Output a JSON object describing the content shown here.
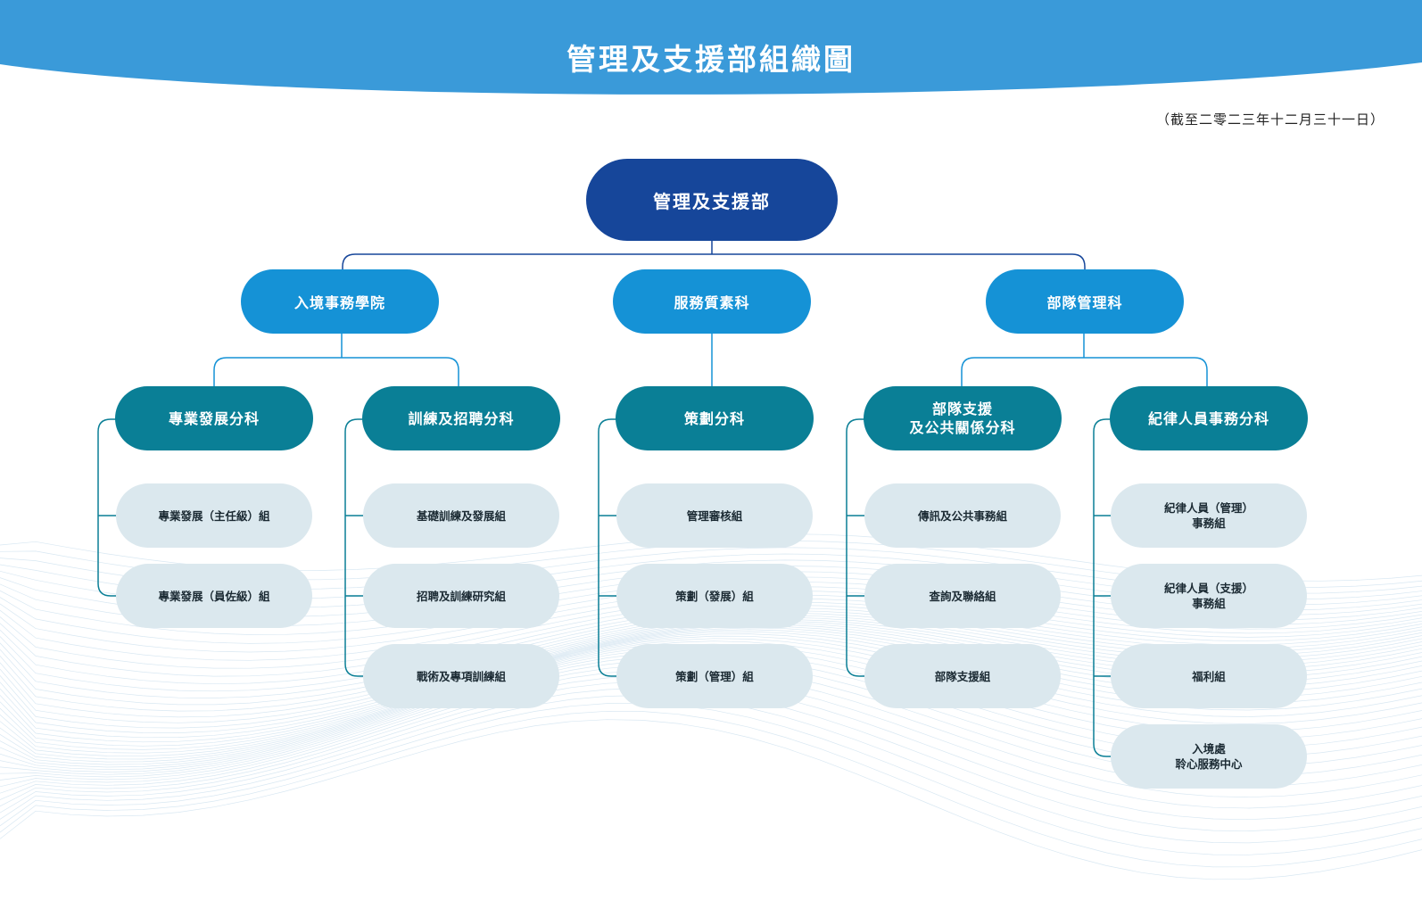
{
  "header": {
    "title": "管理及支援部組織圖",
    "band_color": "#3a9ad9"
  },
  "as_of": "（截至二零二三年十二月三十一日）",
  "colors": {
    "root": "#16469a",
    "level1": "#1592d6",
    "level2": "#0a7f96",
    "level3": "#dbe8ee",
    "connector_top": "#16469a",
    "connector_mid": "#1592d6",
    "connector_branch": "#0a7f96"
  },
  "org": {
    "root": "管理及支援部",
    "divisions": [
      {
        "label": "入境事務學院",
        "sections": [
          {
            "label": "專業發展分科",
            "units": [
              "專業發展（主任級）組",
              "專業發展（員佐級）組"
            ]
          },
          {
            "label": "訓練及招聘分科",
            "units": [
              "基礎訓練及發展組",
              "招聘及訓練研究組",
              "戰術及專項訓練組"
            ]
          }
        ]
      },
      {
        "label": "服務質素科",
        "sections": [
          {
            "label": "策劃分科",
            "units": [
              "管理審核組",
              "策劃（發展）組",
              "策劃（管理）組"
            ]
          }
        ]
      },
      {
        "label": "部隊管理科",
        "sections": [
          {
            "label": "部隊支援\n及公共關係分科",
            "units": [
              "傳訊及公共事務組",
              "查詢及聯絡組",
              "部隊支援組"
            ]
          },
          {
            "label": "紀律人員事務分科",
            "units": [
              "紀律人員（管理）\n事務組",
              "紀律人員（支援）\n事務組",
              "福利組",
              "入境處\n聆心服務中心"
            ]
          }
        ]
      }
    ]
  }
}
